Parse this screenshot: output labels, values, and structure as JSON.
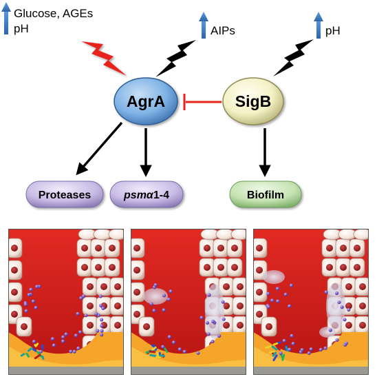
{
  "top_labels": {
    "left_line1": "Glucose, AGEs",
    "left_line2": "pH",
    "mid": "AIPs",
    "right": "pH"
  },
  "nodes": {
    "agra": "AgrA",
    "sigb": "SigB",
    "proteases": "Proteases",
    "psma_italic": "psmα",
    "psma_rest": "1-4",
    "biofilm": "Biofilm"
  },
  "colors": {
    "up_arrow": "#3b7dc4",
    "stimulus_red": "#e8231f",
    "inhibition": "#e8231f",
    "agra_fill": "#7fb2e5",
    "sigb_fill": "#f3f1c4",
    "target_fill": "#c9bde6",
    "biofilm_fill": "#c6e3b3",
    "tissue_red": "#d41c1c",
    "infection_orange": "#f6a52b"
  },
  "panels": [
    {
      "name": "panel-1",
      "bacteria_count": 36,
      "clouds": 0
    },
    {
      "name": "panel-2",
      "bacteria_count": 24,
      "clouds": 2
    },
    {
      "name": "panel-3",
      "bacteria_count": 30,
      "clouds": 3
    }
  ]
}
